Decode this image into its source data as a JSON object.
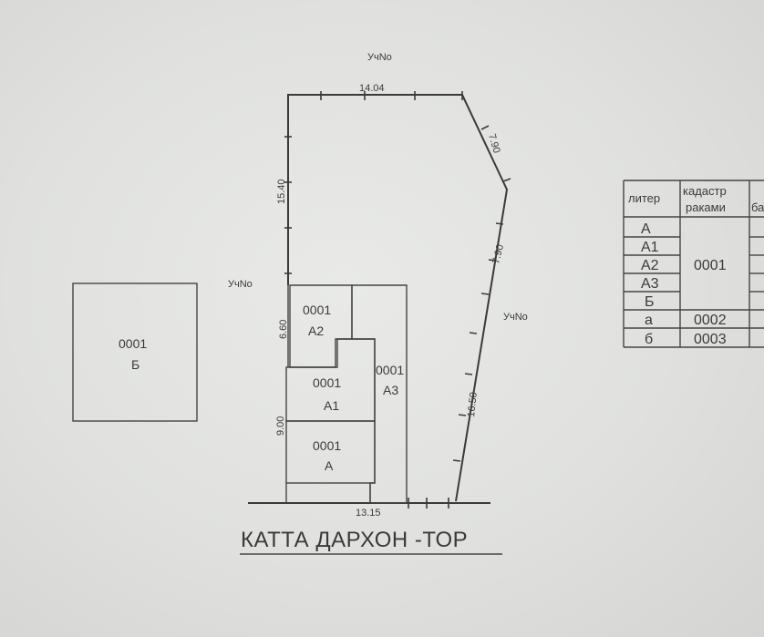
{
  "neighbors": {
    "top": "УчNo",
    "left": "УчNo",
    "right": "УчNo"
  },
  "dimensions": {
    "top": "14.04",
    "upper_right": "7.90",
    "middle_right": "7.90",
    "left": "15.40",
    "a2_side": "6.60",
    "a_side": "9.00",
    "right_long": "16.50",
    "bottom": "13.15"
  },
  "buildings": {
    "b": {
      "code": "0001",
      "letter": "Б"
    },
    "a2": {
      "code": "0001",
      "letter": "А2"
    },
    "a1": {
      "code": "0001",
      "letter": "А1"
    },
    "a3": {
      "code": "0001",
      "letter": "А3"
    },
    "a": {
      "code": "0001",
      "letter": "А"
    }
  },
  "street": "КАТТА ДАРХОН -ТОР",
  "table": {
    "headers": {
      "liter": "литер",
      "cadastre_line1": "кадастр",
      "cadastre_line2": "раками",
      "partial": "ба"
    },
    "rows": [
      {
        "liter": "А"
      },
      {
        "liter": "А1"
      },
      {
        "liter": "А2"
      },
      {
        "liter": "А3"
      },
      {
        "liter": "Б"
      },
      {
        "liter": "а",
        "cadastre": "0002"
      },
      {
        "liter": "б",
        "cadastre": "0003"
      }
    ],
    "merged_cadastre": "0001"
  }
}
